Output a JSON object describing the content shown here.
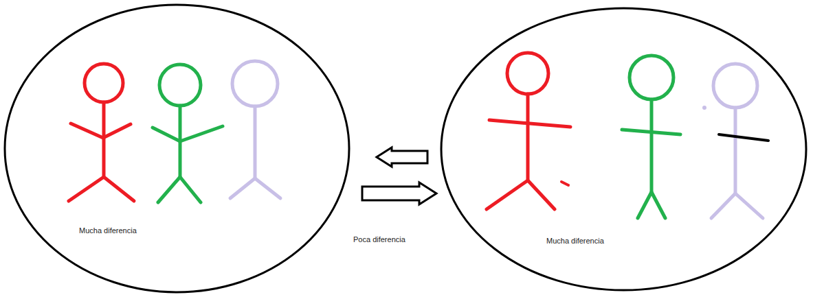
{
  "diagram": {
    "nodes": [
      {
        "text": [
          "Mucha diferencia"
        ]
      },
      {
        "text": [
          "Mucha diferencia"
        ]
      }
    ],
    "edges": [
      {
        "from": 1,
        "to": 0,
        "arrow": "to"
      },
      {
        "from": 0,
        "to": 1,
        "arrow": "to",
        "label": "Poca diferencia"
      }
    ]
  }
}
